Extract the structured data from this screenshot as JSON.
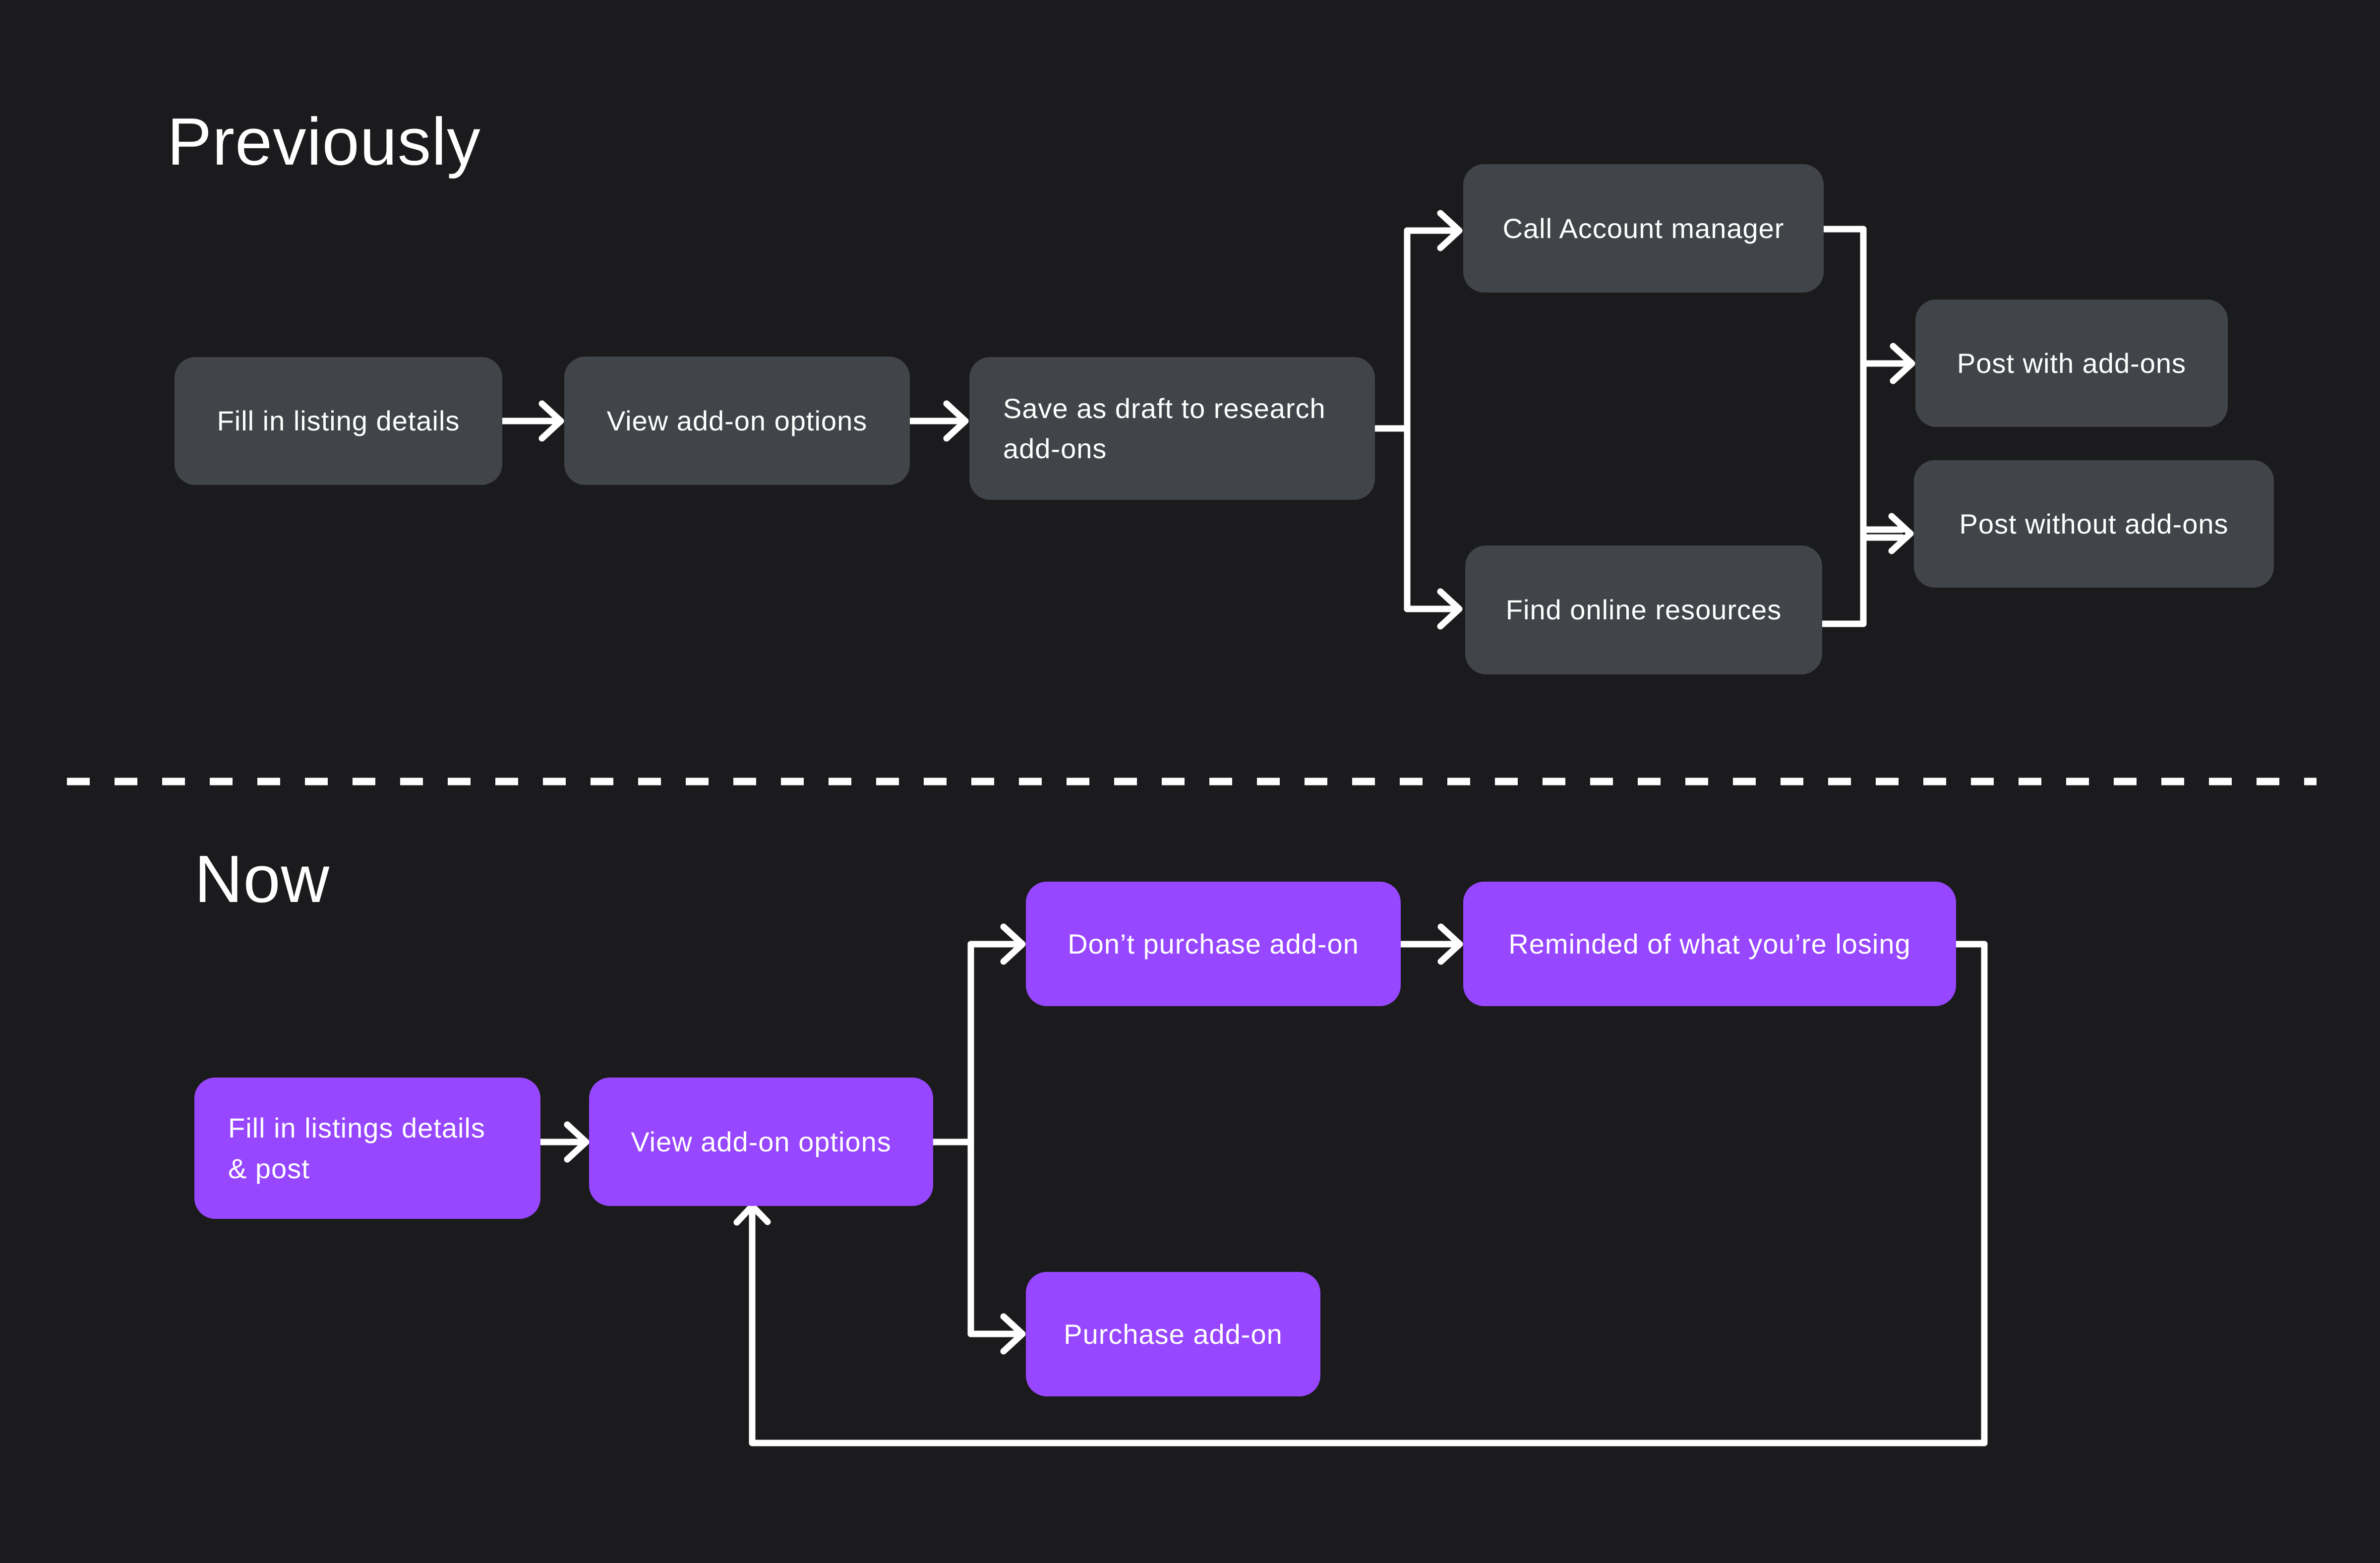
{
  "colors": {
    "background": "#1B1B1D",
    "node_gray": "#414449",
    "node_purple": "#9747FF",
    "connector": "#FFFFFF",
    "text": "#FFFFFF"
  },
  "diagram_type": "flowchart",
  "sections": [
    {
      "title": "Previously",
      "nodes": [
        {
          "id": "fill-in-listing-details",
          "label": "Fill in listing details"
        },
        {
          "id": "view-add-on-options",
          "label": "View add-on options"
        },
        {
          "id": "save-as-draft-to-research-add-ons",
          "label": "Save as draft to research\nadd-ons"
        },
        {
          "id": "call-account-manager",
          "label": "Call Account manager"
        },
        {
          "id": "find-online-resources",
          "label": "Find online resources"
        },
        {
          "id": "post-with-add-ons",
          "label": "Post with add-ons"
        },
        {
          "id": "post-without-add-ons",
          "label": "Post without add-ons"
        }
      ],
      "edges": [
        {
          "from": "fill-in-listing-details",
          "to": "view-add-on-options"
        },
        {
          "from": "view-add-on-options",
          "to": "save-as-draft-to-research-add-ons"
        },
        {
          "from": "save-as-draft-to-research-add-ons",
          "to": "call-account-manager"
        },
        {
          "from": "save-as-draft-to-research-add-ons",
          "to": "find-online-resources"
        },
        {
          "from": "call-account-manager",
          "to": "post-with-add-ons"
        },
        {
          "from": "call-account-manager",
          "to": "post-without-add-ons"
        },
        {
          "from": "find-online-resources",
          "to": "post-with-add-ons"
        },
        {
          "from": "find-online-resources",
          "to": "post-without-add-ons"
        }
      ]
    },
    {
      "title": "Now",
      "nodes": [
        {
          "id": "fill-in-listings-details-and-post",
          "label": "Fill in listings details\n& post"
        },
        {
          "id": "view-add-on-options",
          "label": "View add-on options"
        },
        {
          "id": "dont-purchase-add-on",
          "label": "Don’t purchase add-on"
        },
        {
          "id": "reminded-of-what-youre-losing",
          "label": "Reminded of what you’re losing"
        },
        {
          "id": "purchase-add-on",
          "label": "Purchase add-on"
        }
      ],
      "edges": [
        {
          "from": "fill-in-listings-details-and-post",
          "to": "view-add-on-options"
        },
        {
          "from": "view-add-on-options",
          "to": "dont-purchase-add-on"
        },
        {
          "from": "view-add-on-options",
          "to": "purchase-add-on"
        },
        {
          "from": "dont-purchase-add-on",
          "to": "reminded-of-what-youre-losing"
        },
        {
          "from": "reminded-of-what-youre-losing",
          "to": "view-add-on-options"
        }
      ]
    }
  ]
}
